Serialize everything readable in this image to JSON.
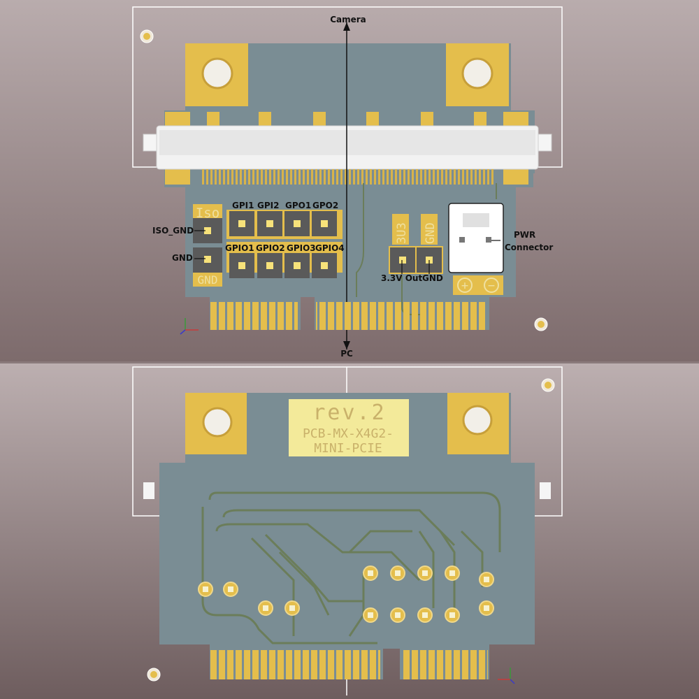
{
  "top_view": {
    "direction_labels": {
      "camera": "Camera",
      "pc": "PC"
    },
    "callouts": {
      "iso_gnd": "ISO_GND",
      "gnd": "GND",
      "gpi1": "GPI1",
      "gpi2": "GPI2",
      "gpo1": "GPO1",
      "gpo2": "GPO2",
      "gpio1": "GPIO1",
      "gpio2": "GPIO2",
      "gpio3": "GPIO3",
      "gpio4": "GPIO4",
      "out_3v3": "3.3V Out",
      "out_gnd": "GND",
      "pwr_line1": "PWR",
      "pwr_line2": "Connector"
    },
    "silkscreen": {
      "iso": "Iso",
      "gnd": "GND",
      "v3v3": "3U3",
      "gnd_vertical": "GND",
      "plus": "+",
      "minus": "−"
    }
  },
  "bottom_view": {
    "revision": "rev.2",
    "part_line1": "PCB-MX-X4G2-",
    "part_line2": "MINI-PCIE"
  },
  "colors": {
    "background_top": "#b9acad",
    "background_bottom": "#746364",
    "board": "#7a8d94",
    "gold": "#e4be4c",
    "trace": "#6b7d5a"
  }
}
